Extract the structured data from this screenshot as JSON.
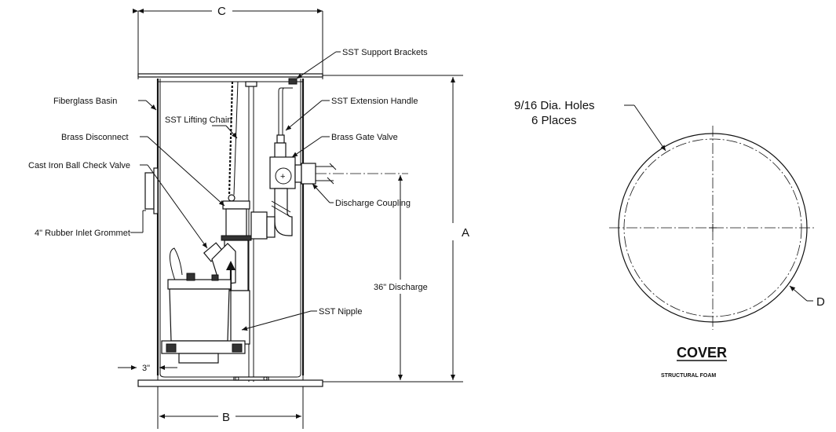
{
  "dimensions": {
    "a": "A",
    "b": "B",
    "c": "C",
    "d": "D",
    "clearance": "3\"",
    "discharge_height": "36\" Discharge"
  },
  "callouts": {
    "support_brackets": "SST Support Brackets",
    "extension_handle": "SST Extension Handle",
    "fiberglass_basin": "Fiberglass Basin",
    "lifting_chain": "SST Lifting Chain",
    "brass_disconnect": "Brass Disconnect",
    "brass_gate_valve": "Brass Gate Valve",
    "check_valve": "Cast Iron Ball Check Valve",
    "discharge_coupling": "Discharge Coupling",
    "inlet_grommet": "4\" Rubber Inlet Grommet",
    "sst_nipple": "SST Nipple"
  },
  "cover": {
    "holes_line1": "9/16 Dia. Holes",
    "holes_line2": "6 Places",
    "title": "COVER",
    "subtitle": "STRUCTURAL FOAM"
  }
}
